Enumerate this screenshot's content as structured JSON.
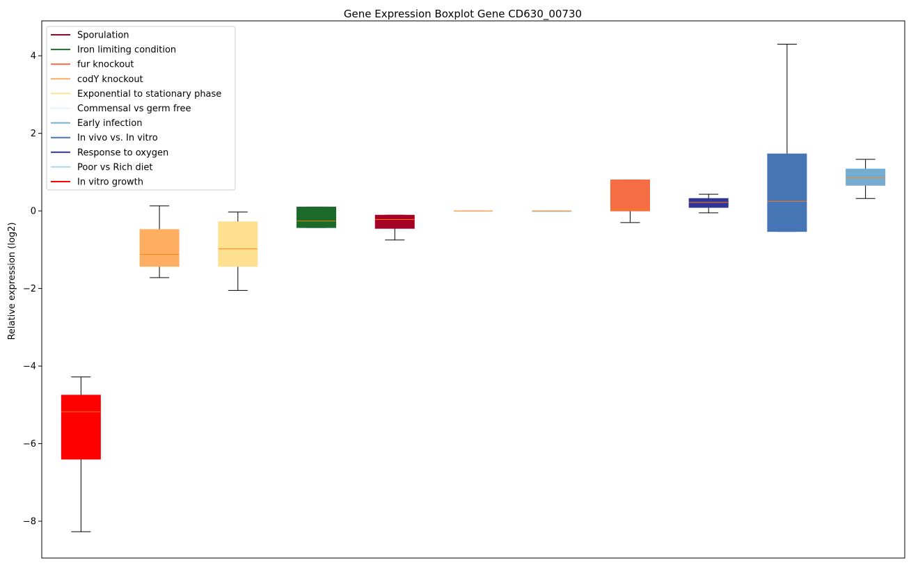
{
  "chart_data": {
    "type": "boxplot",
    "title": "Gene Expression Boxplot Gene CD630_00730",
    "xlabel": "",
    "ylabel": "Relative expression (log2)",
    "ylim": [
      -8.95,
      4.9
    ],
    "yticks": [
      -8,
      -6,
      -4,
      -2,
      0,
      2,
      4
    ],
    "grid": false,
    "legend_position": "top-left",
    "series": [
      {
        "name": "Sporulation",
        "color": "#a50026"
      },
      {
        "name": "Iron limiting condition",
        "color": "#1a6b2a"
      },
      {
        "name": "fur knockout",
        "color": "#f46d43"
      },
      {
        "name": "codY knockout",
        "color": "#fdae61"
      },
      {
        "name": "Exponential to stationary phase",
        "color": "#fee090"
      },
      {
        "name": "Commensal vs germ free",
        "color": "#e0f3f8"
      },
      {
        "name": "Early infection",
        "color": "#74add1"
      },
      {
        "name": "In vivo vs. In vitro",
        "color": "#4575b4"
      },
      {
        "name": "Response to oxygen",
        "color": "#313695"
      },
      {
        "name": "Poor vs Rich diet",
        "color": "#abd9e9"
      },
      {
        "name": "In vitro growth",
        "color": "#ff0000"
      }
    ],
    "boxes": [
      {
        "group": "In vitro growth",
        "color": "#ff0000",
        "whisker_low": -8.27,
        "q1": -6.4,
        "median": -5.18,
        "q3": -4.75,
        "whisker_high": -4.28
      },
      {
        "group": "codY knockout",
        "color": "#fdae61",
        "whisker_low": -1.72,
        "q1": -1.43,
        "median": -1.12,
        "q3": -0.48,
        "whisker_high": 0.13
      },
      {
        "group": "Exponential to stationary phase",
        "color": "#fee090",
        "whisker_low": -2.05,
        "q1": -1.43,
        "median": -0.98,
        "q3": -0.28,
        "whisker_high": -0.03
      },
      {
        "group": "Iron limiting condition",
        "color": "#1a6b2a",
        "whisker_low": -0.43,
        "q1": -0.43,
        "median": -0.26,
        "q3": 0.1,
        "whisker_high": 0.1
      },
      {
        "group": "Sporulation",
        "color": "#a50026",
        "whisker_low": -0.75,
        "q1": -0.45,
        "median": -0.22,
        "q3": -0.11,
        "whisker_high": -0.11
      },
      {
        "group": "Commensal vs germ free",
        "color": "#e0f3f8",
        "whisker_low": 0.0,
        "q1": 0.0,
        "median": 0.0,
        "q3": 0.0,
        "whisker_high": 0.0
      },
      {
        "group": "Poor vs Rich diet",
        "color": "#abd9e9",
        "whisker_low": 0.0,
        "q1": 0.0,
        "median": 0.0,
        "q3": 0.0,
        "whisker_high": 0.0
      },
      {
        "group": "fur knockout",
        "color": "#f46d43",
        "whisker_low": -0.3,
        "q1": 0.0,
        "median": 0.05,
        "q3": 0.8,
        "whisker_high": 0.8
      },
      {
        "group": "Response to oxygen",
        "color": "#313695",
        "whisker_low": -0.05,
        "q1": 0.09,
        "median": 0.22,
        "q3": 0.32,
        "whisker_high": 0.43
      },
      {
        "group": "In vivo vs. In vitro",
        "color": "#4575b4",
        "whisker_low": -0.53,
        "q1": -0.53,
        "median": 0.25,
        "q3": 1.47,
        "whisker_high": 4.3
      },
      {
        "group": "Early infection",
        "color": "#74add1",
        "whisker_low": 0.32,
        "q1": 0.66,
        "median": 0.85,
        "q3": 1.08,
        "whisker_high": 1.33
      }
    ],
    "median_color": "#ff7f0e"
  }
}
